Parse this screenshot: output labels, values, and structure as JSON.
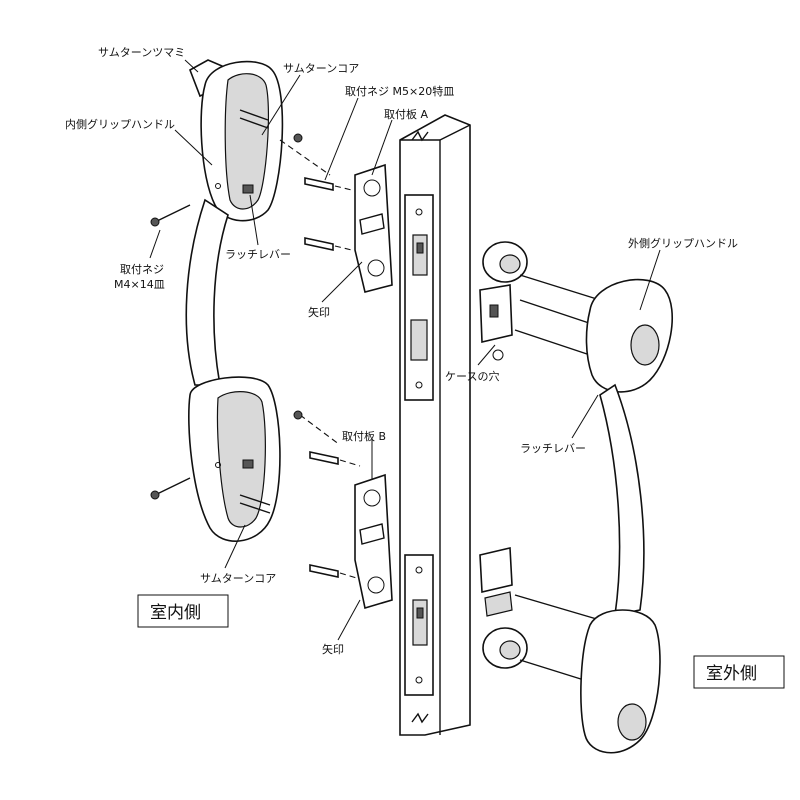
{
  "labels": {
    "thumbturn_knob": "サムターンツマミ",
    "thumbturn_core_top": "サムターンコア",
    "mount_screw_m5": "取付ネジ M5×20特皿",
    "mount_plate_a": "取付板 A",
    "inner_grip_handle": "内側グリップハンドル",
    "latch_lever_inner": "ラッチレバー",
    "mount_screw_m4_line1": "取付ネジ",
    "mount_screw_m4_line2": "M4×14皿",
    "arrow_mark_top": "矢印",
    "outer_grip_handle": "外側グリップハンドル",
    "case_hole": "ケースの穴",
    "latch_lever_outer": "ラッチレバー",
    "mount_plate_b": "取付板 B",
    "thumbturn_core_bottom": "サムターンコア",
    "arrow_mark_bottom": "矢印"
  },
  "sides": {
    "indoor": "室内側",
    "outdoor": "室外側"
  }
}
